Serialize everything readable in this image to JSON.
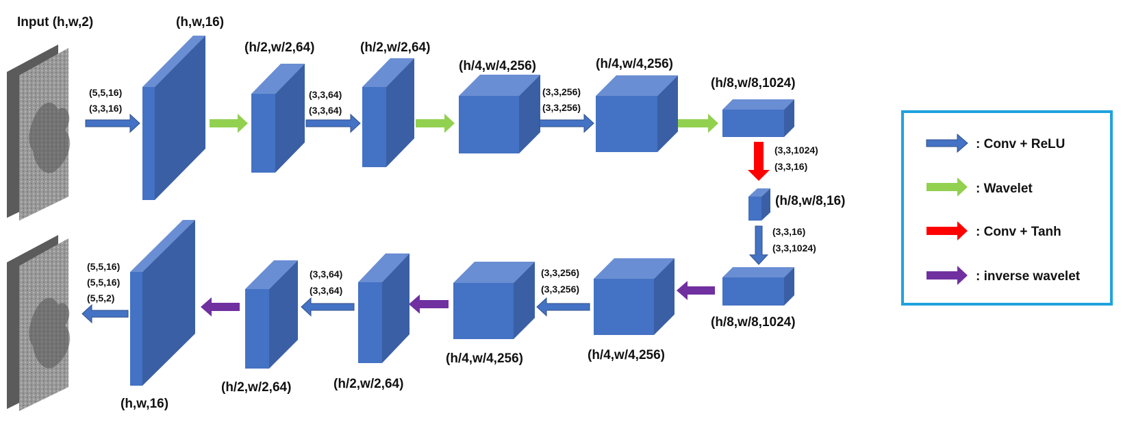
{
  "colors": {
    "block_front": "#4472C4",
    "block_top": "#6A8ED3",
    "block_side": "#3A5FA5",
    "conv_relu": "#4472C4",
    "wavelet": "#92D050",
    "conv_tanh": "#FF0000",
    "inverse_wavelet": "#7030A0",
    "legend_border": "#1FA2DE"
  },
  "labels": {
    "input": "Input (h,w,2)",
    "enc1": "(h,w,16)",
    "enc2": "(h/2,w/2,64)",
    "enc3": "(h/2,w/2,64)",
    "enc4": "(h/4,w/4,256)",
    "enc5": "(h/4,w/4,256)",
    "enc6": "(h/8,w/8,1024)",
    "bottleneck": "(h/8,w/8,16)",
    "dec6": "(h/8,w/8,1024)",
    "dec5": "(h/4,w/4,256)",
    "dec4": "(h/4,w/4,256)",
    "dec3": "(h/2,w/2,64)",
    "dec2": "(h/2,w/2,64)",
    "dec1": "(h,w,16)"
  },
  "kernels": {
    "a": [
      "(5,5,16)",
      "(3,3,16)"
    ],
    "b": [
      "(3,3,64)",
      "(3,3,64)"
    ],
    "c": [
      "(3,3,256)",
      "(3,3,256)"
    ],
    "d": [
      "(3,3,1024)",
      "(3,3,16)"
    ],
    "e": [
      "(3,3,16)",
      "(3,3,1024)"
    ],
    "f": [
      "(3,3,256)",
      "(3,3,256)"
    ],
    "g": [
      "(3,3,64)",
      "(3,3,64)"
    ],
    "h": [
      "(5,5,16)",
      "(5,5,16)",
      "(5,5,2)"
    ]
  },
  "legend": [
    {
      "label": ": Conv + ReLU",
      "color": "#4472C4"
    },
    {
      "label": ": Wavelet",
      "color": "#92D050"
    },
    {
      "label": ": Conv + Tanh",
      "color": "#FF0000"
    },
    {
      "label": ": inverse wavelet",
      "color": "#7030A0"
    }
  ]
}
